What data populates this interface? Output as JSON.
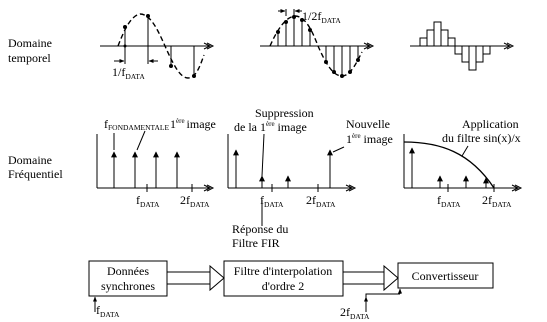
{
  "row_labels": {
    "time_l1": "Domaine",
    "time_l2": "temporel",
    "freq_l1": "Domaine",
    "freq_l2": "Fréquentiel"
  },
  "time": {
    "period_main": "1/f",
    "period_sub": "DATA",
    "half_main": "1/2f",
    "half_sub": "DATA"
  },
  "freq": {
    "fund_main": "f",
    "fund_sub": "FONDAMENTALE",
    "img_num": "1",
    "img_sup": "ère",
    "img_word": "image",
    "tick1_main": "f",
    "tick1_sub": "DATA",
    "tick2_main": "2f",
    "tick2_sub": "DATA",
    "supp_l1": "Suppression",
    "supp_l2_a": "de la 1",
    "supp_l2_sup": "ère",
    "supp_l2_b": " image",
    "new_l1": "Nouvelle",
    "new_l2_num": "1",
    "new_l2_sup": "ère",
    "new_l2_word": " image",
    "app_l1": "Application",
    "app_l2": "du filtre sin(x)/x",
    "fir_l1": "Réponse du",
    "fir_l2": "Filtre FIR"
  },
  "blocks": {
    "b1_l1": "Données",
    "b1_l2": "synchrones",
    "b2_l1": "Filtre d'interpolation",
    "b2_l2": "d'ordre 2",
    "b3": "Convertisseur",
    "in1_main": "f",
    "in1_sub": "DATA",
    "in2_main": "2f",
    "in2_sub": "DATA"
  }
}
